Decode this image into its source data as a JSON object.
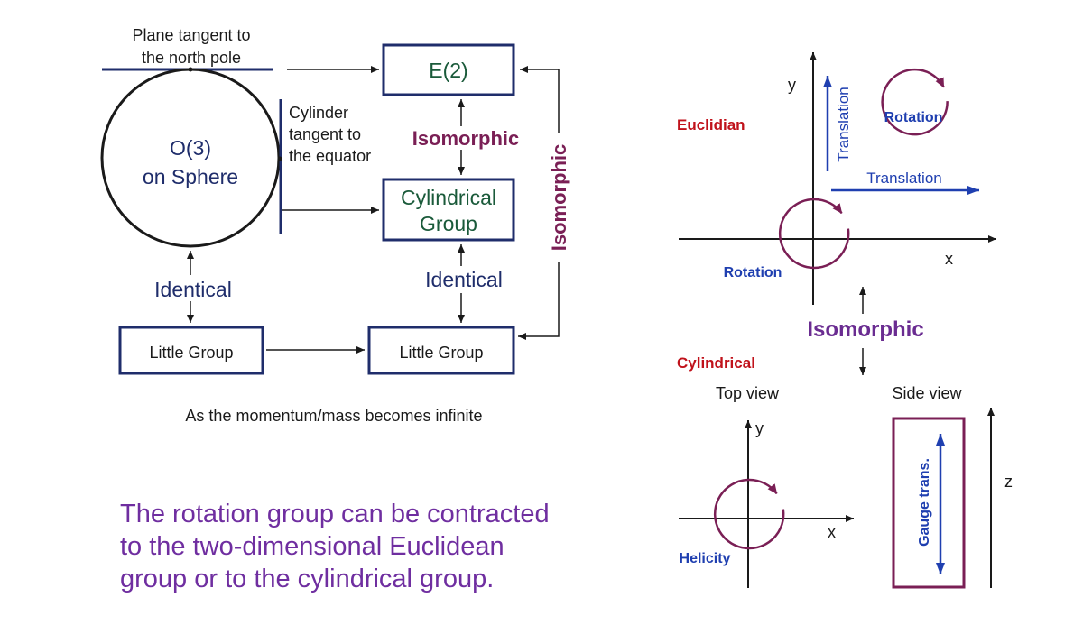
{
  "left": {
    "plane_label_1": "Plane tangent to",
    "plane_label_2": "the north pole",
    "sphere_label_1": "O(3)",
    "sphere_label_2": "on Sphere",
    "cyl_label_1": "Cylinder",
    "cyl_label_2": "tangent to",
    "cyl_label_3": "the equator",
    "e2_box": "E(2)",
    "cyl_group_1": "Cylindrical",
    "cyl_group_2": "Group",
    "isomorphic_inner": "Isomorphic",
    "isomorphic_side": "Isomorphic",
    "identical_left": "Identical",
    "identical_right": "Identical",
    "little_group_left": "Little Group",
    "little_group_right": "Little Group",
    "momentum_caption": "As the momentum/mass becomes infinite"
  },
  "caption": {
    "line1": "The rotation group can be contracted",
    "line2": "to the two-dimensional Euclidean",
    "line3": "group or to the cylindrical group."
  },
  "right": {
    "euclidian": "Euclidian",
    "y_axis": "y",
    "x_axis": "x",
    "translation_vertical": "Translation",
    "translation_horizontal": "Translation",
    "rotation_circle": "Rotation",
    "rotation_origin": "Rotation",
    "isomorphic": "Isomorphic",
    "cylindrical": "Cylindrical",
    "top_view": "Top view",
    "side_view": "Side view",
    "top_y": "y",
    "top_x": "x",
    "helicity": "Helicity",
    "gauge": "Gauge trans.",
    "z_axis": "z"
  },
  "colors": {
    "navy": "#1f2d6b",
    "green": "#1a5a3a",
    "maroon": "#7a1f55",
    "red": "#c0121b",
    "blue": "#1f3fb0",
    "purple": "#6a2c91"
  }
}
